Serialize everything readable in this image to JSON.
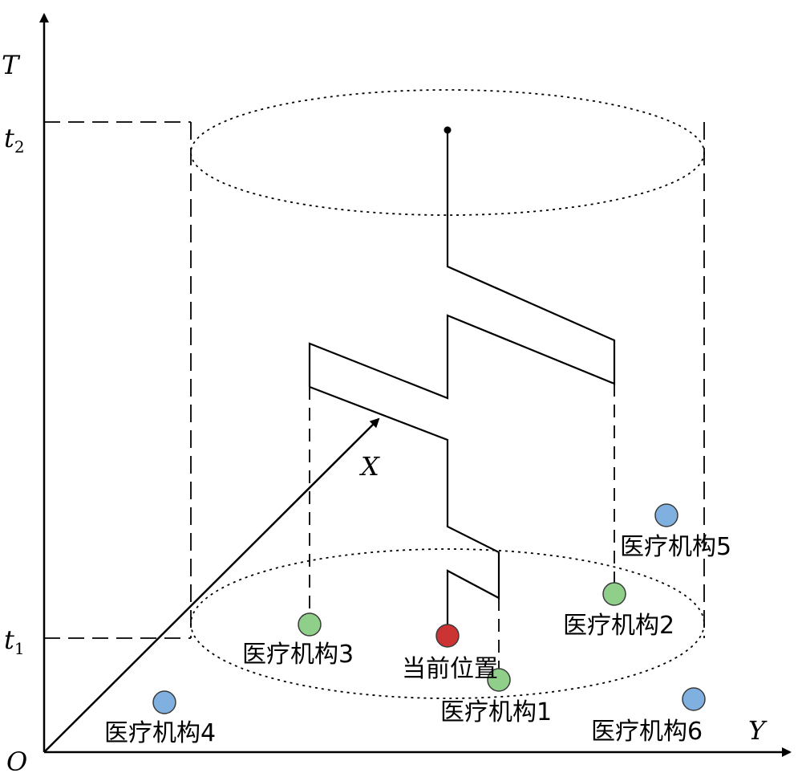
{
  "axes": {
    "t_label": "T",
    "y_label": "Y",
    "x_label": "X",
    "origin_label": "O",
    "t1_base": "t",
    "t1_sub": "1",
    "t2_base": "t",
    "t2_sub": "2"
  },
  "points": {
    "current": {
      "label": "当前位置",
      "color": "#cc3333"
    },
    "inst1": {
      "label": "医疗机构1",
      "color": "#8fcf8a"
    },
    "inst2": {
      "label": "医疗机构2",
      "color": "#8fcf8a"
    },
    "inst3": {
      "label": "医疗机构3",
      "color": "#8fcf8a"
    },
    "inst4": {
      "label": "医疗机构4",
      "color": "#7fb0e0"
    },
    "inst5": {
      "label": "医疗机构5",
      "color": "#7fb0e0"
    },
    "inst6": {
      "label": "医疗机构6",
      "color": "#7fb0e0"
    }
  },
  "colors": {
    "line": "#000000",
    "point_stroke": "#3a3a3a"
  }
}
